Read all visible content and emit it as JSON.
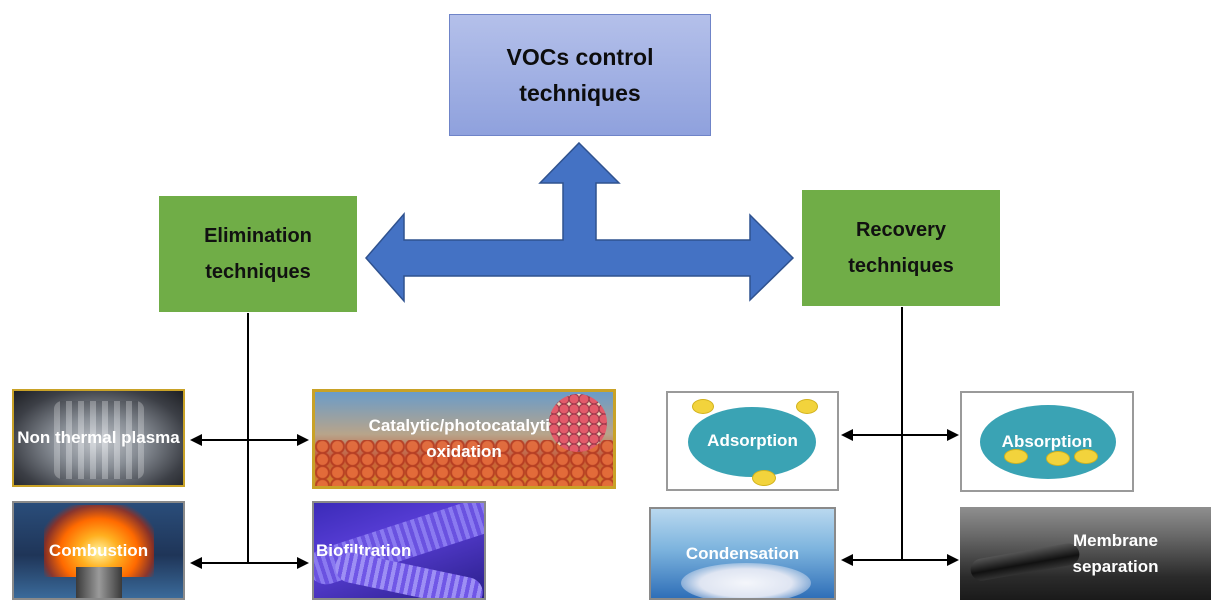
{
  "title_box": {
    "text": "VOCs control techniques"
  },
  "branches": {
    "elimination": {
      "title": "Elimination techniques"
    },
    "recovery": {
      "title": "Recovery techniques"
    }
  },
  "elimination_methods": [
    {
      "label": "Non thermal plasma"
    },
    {
      "label": "Catalytic/photocatalytic oxidation"
    },
    {
      "label": "Combustion"
    },
    {
      "label": "Biofiltration"
    }
  ],
  "recovery_methods": [
    {
      "label": "Adsorption"
    },
    {
      "label": "Absorption"
    },
    {
      "label": "Condensation"
    },
    {
      "label": "Membrane separation"
    }
  ],
  "colors": {
    "title_fill": "#a9b7e6",
    "branch_fill": "#70ad47",
    "arrow_fill": "#4472c4",
    "arrow_stroke": "#2f528f",
    "connector": "#000000"
  }
}
